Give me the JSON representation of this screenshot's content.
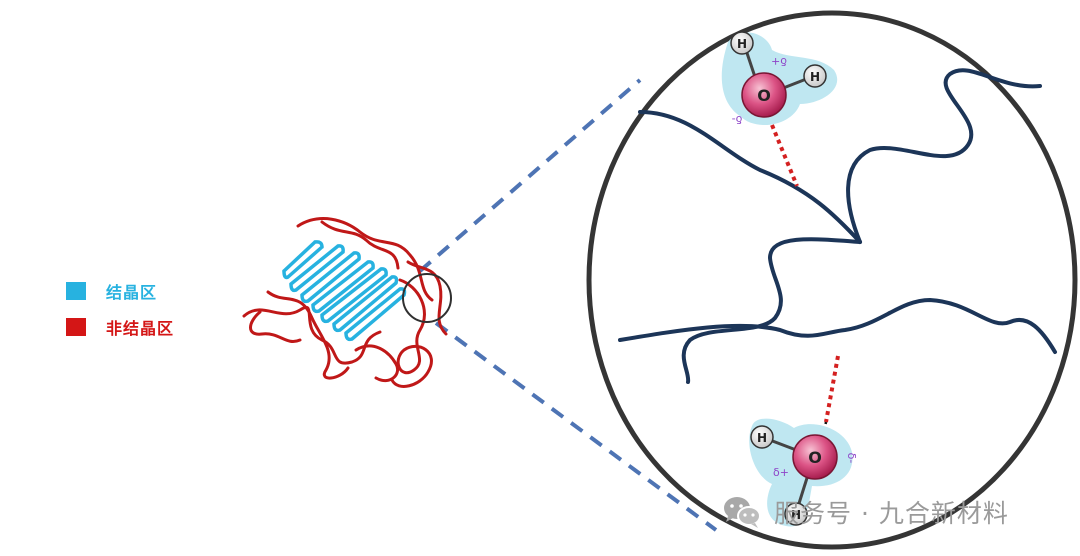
{
  "legend": {
    "items": [
      {
        "label": "结晶区",
        "color": "#27b2e0"
      },
      {
        "label": "非结晶区",
        "color": "#d41616"
      }
    ]
  },
  "molecules": {
    "top": {
      "oxygen": "O",
      "hydrogen_1": "H",
      "hydrogen_2": "H",
      "charge_1": "δ+",
      "charge_2": "δ-"
    },
    "bottom": {
      "oxygen": "O",
      "hydrogen_1": "H",
      "hydrogen_2": "H",
      "charge_1": "δ+",
      "charge_2": "δ-"
    }
  },
  "watermark": {
    "text": "服务号 · 九合新材料",
    "icon": "wechat-icon"
  },
  "colors": {
    "crystalline": "#27b2e0",
    "amorphous": "#c01818",
    "polymer_chain": "#1c3558",
    "dashed_line": "#4e74b4",
    "water_halo": "#bfe7f1",
    "oxygen": "#d4467a",
    "hydrogen_bond": "#d42020",
    "charge_label": "#8e44c8",
    "circle_border": "#303030"
  }
}
